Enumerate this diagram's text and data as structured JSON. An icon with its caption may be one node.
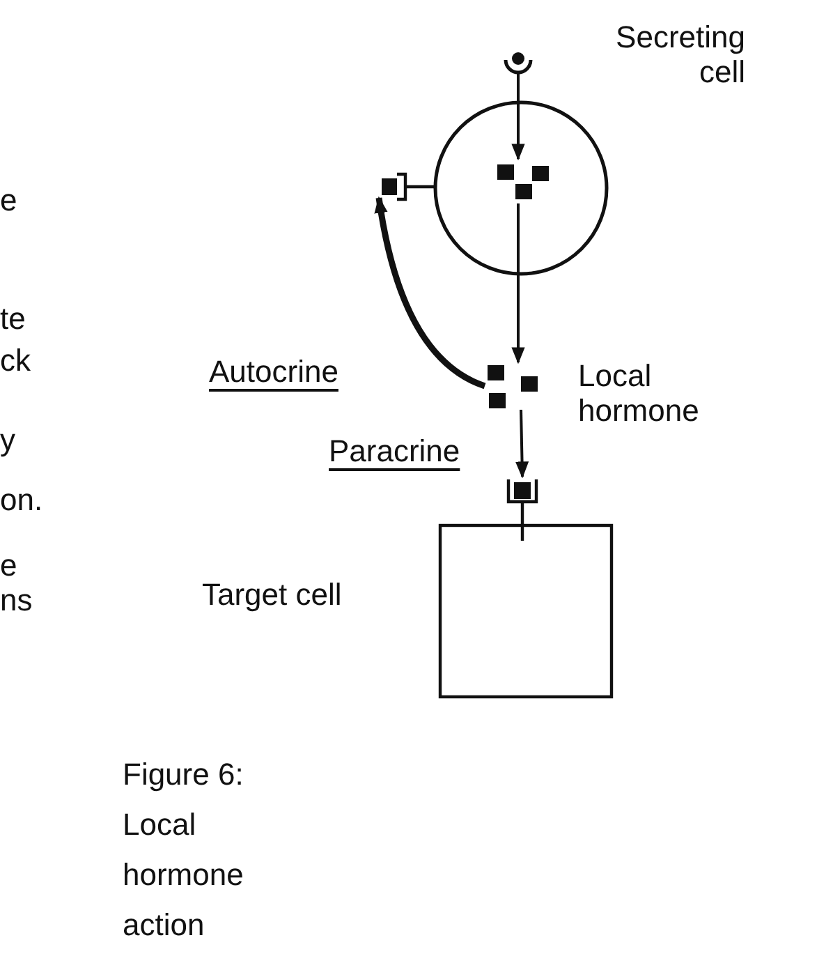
{
  "diagram": {
    "caption": "Figure 6: Local hormone action",
    "nodes": [
      {
        "text": [
          "Secreting cell"
        ]
      },
      {
        "text": [],
        "shape": "receptor"
      },
      {
        "text": [],
        "shape": "box",
        "in": 0
      },
      {
        "text": [],
        "shape": "receptor"
      },
      {
        "text": [
          "Local hormone"
        ]
      },
      {
        "text": [
          "Target cell"
        ]
      },
      {
        "text": [],
        "shape": "receptor"
      }
    ],
    "edges": [
      {
        "from": 1,
        "to": 2,
        "arrow": "to"
      },
      {
        "from": 2,
        "to": 4,
        "arrow": "to"
      },
      {
        "from": 4,
        "to": 3,
        "arrow": "to",
        "label": "Autocrine",
        "style": "thick"
      },
      {
        "from": 4,
        "to": 6,
        "arrow": "to",
        "label": "Paracrine"
      }
    ],
    "labels": [
      "e",
      "te",
      "ck",
      "y",
      "on.",
      "e",
      "ns"
    ]
  }
}
